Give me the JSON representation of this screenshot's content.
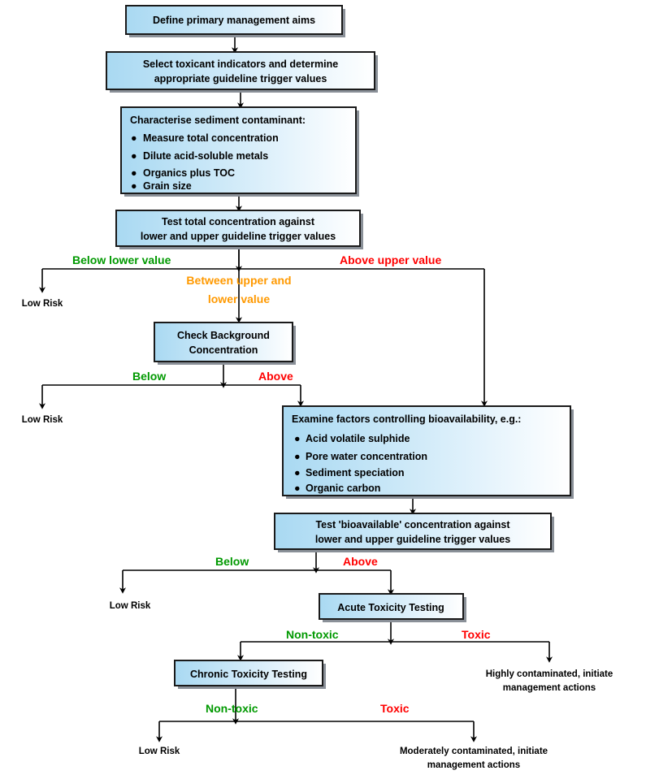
{
  "diagram": {
    "title": "Sediment contaminant assessment decision tree",
    "colors": {
      "box_fill_left": "#addbf2",
      "box_fill_right": "#ffffff",
      "box_stroke": "#1a1a1a",
      "connector": "#000000",
      "label_below": "#009900",
      "label_above": "#ff0000",
      "label_between": "#ff9900",
      "terminal_text": "#000000"
    },
    "boxes": {
      "define_aims": {
        "lines": [
          "Define primary management aims"
        ]
      },
      "select_toxicant": {
        "lines": [
          "Select  toxicant  indicators and determine",
          "appropriate guideline trigger values"
        ]
      },
      "characterise": {
        "heading": "Characterise sediment contaminant:",
        "bullets": [
          "Measure total concentration",
          "Dilute acid-soluble metals",
          "Organics plus TOC",
          "Grain size"
        ]
      },
      "test_total": {
        "lines": [
          "Test total concentration against",
          "lower and upper guideline trigger values"
        ]
      },
      "check_background": {
        "lines": [
          "Check Background",
          "Concentration"
        ]
      },
      "examine_factors": {
        "heading": "Examine factors controlling bioavailability, e.g.:",
        "bullets": [
          "Acid volatile sulphide",
          "Pore water concentration",
          "Sediment speciation",
          "Organic carbon"
        ]
      },
      "test_bioavailable": {
        "lines": [
          "Test 'bioavailable' concentration against",
          "lower and upper guideline trigger values"
        ]
      },
      "acute_toxicity": {
        "lines": [
          "Acute Toxicity Testing"
        ]
      },
      "chronic_toxicity": {
        "lines": [
          "Chronic Toxicity Testing"
        ]
      }
    },
    "edge_labels": {
      "below_lower_value": "Below lower value",
      "above_upper_value": "Above upper value",
      "between_line1": "Between upper and",
      "between_line2": "lower value",
      "below_1": "Below",
      "above_1": "Above",
      "below_2": "Below",
      "above_2": "Above",
      "non_toxic_1": "Non-toxic",
      "toxic_1": "Toxic",
      "non_toxic_2": "Non-toxic",
      "toxic_2": "Toxic"
    },
    "terminals": {
      "low_risk_1": "Low Risk",
      "low_risk_2": "Low Risk",
      "low_risk_3": "Low Risk",
      "low_risk_4": "Low Risk",
      "highly_contaminated_line1": "Highly  contaminated, initiate",
      "highly_contaminated_line2": "management actions",
      "moderately_contaminated_line1": "Moderately contaminated, initiate",
      "moderately_contaminated_line2": "management actions"
    }
  }
}
